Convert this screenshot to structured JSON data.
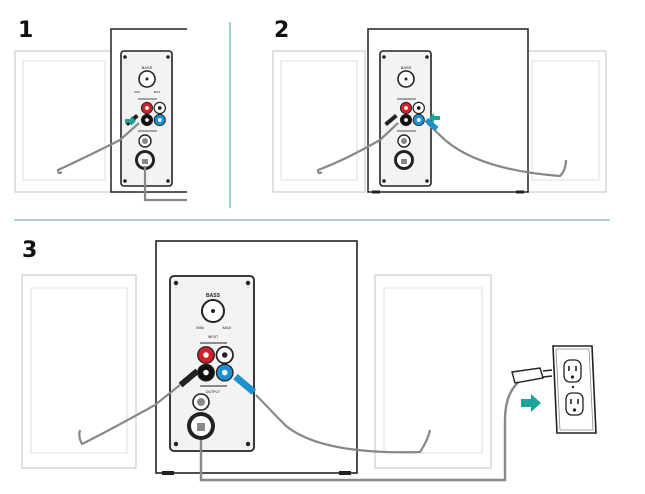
{
  "steps": [
    {
      "number": "1"
    },
    {
      "number": "2"
    },
    {
      "number": "3"
    }
  ],
  "panel": {
    "bass_label": "BASS",
    "min_label": "MIN",
    "max_label": "MAX",
    "input_label": "INPUT",
    "output_label": "OUTPUT"
  },
  "colors": {
    "divider": "#6fb8b8",
    "arrow": "#1aa49a",
    "rca_red": "#d4202a",
    "rca_blue": "#1e90d0",
    "panel_fill": "#f3f3f3",
    "stroke": "#222222"
  },
  "icons": [
    "speaker-left-outline",
    "subwoofer-back-panel",
    "bass-knob",
    "rca-jacks",
    "power-switch",
    "power-cord",
    "wall-outlet",
    "insert-arrow"
  ]
}
